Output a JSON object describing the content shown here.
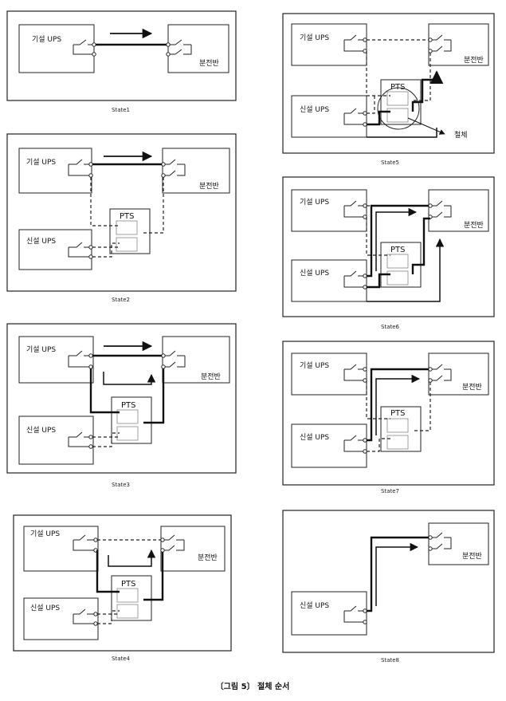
{
  "labels": {
    "old_ups": "기설 UPS",
    "new_ups": "신설 UPS",
    "panel": "분전반",
    "pts": "PTS",
    "removal": "철체"
  },
  "states": [
    "State1",
    "State2",
    "State3",
    "State4",
    "State5",
    "State6",
    "State7",
    "State8"
  ],
  "caption": "〔그림 5〕 절체 순서"
}
